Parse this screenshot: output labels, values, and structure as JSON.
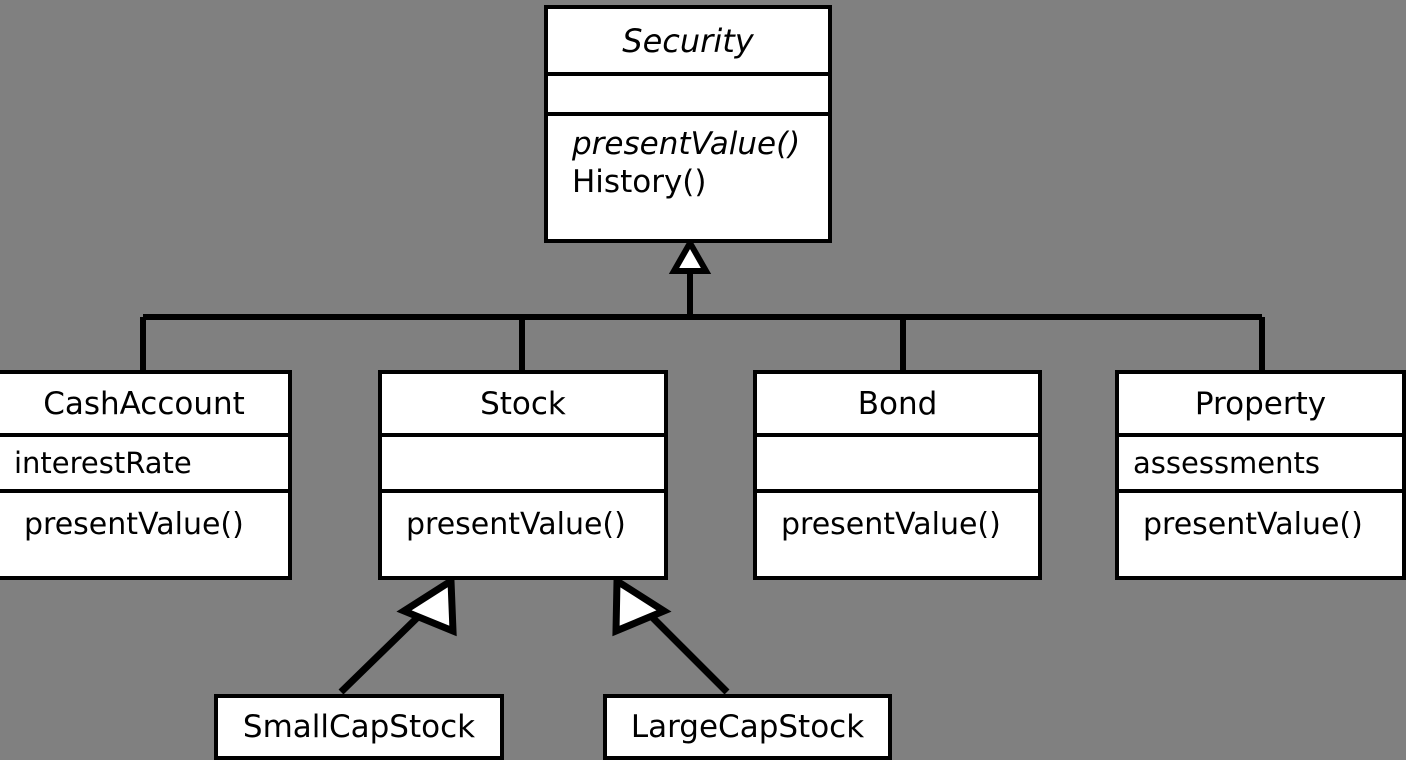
{
  "diagram": {
    "type": "uml-class-diagram",
    "background_color": "#808080",
    "line_color": "#000000",
    "box_fill": "#ffffff",
    "classes": [
      {
        "id": "security",
        "name": "Security",
        "abstract": true,
        "attributes": [],
        "operations": [
          {
            "label": "presentValue()",
            "abstract": true
          },
          {
            "label": "History()",
            "abstract": false
          }
        ]
      },
      {
        "id": "cashaccount",
        "name": "CashAccount",
        "abstract": false,
        "attributes": [
          "interestRate"
        ],
        "operations": [
          {
            "label": "presentValue()",
            "abstract": false
          }
        ]
      },
      {
        "id": "stock",
        "name": "Stock",
        "abstract": false,
        "attributes": [],
        "operations": [
          {
            "label": "presentValue()",
            "abstract": false
          }
        ]
      },
      {
        "id": "bond",
        "name": "Bond",
        "abstract": false,
        "attributes": [],
        "operations": [
          {
            "label": "presentValue()",
            "abstract": false
          }
        ]
      },
      {
        "id": "property",
        "name": "Property",
        "abstract": false,
        "attributes": [
          "assessments"
        ],
        "operations": [
          {
            "label": "presentValue()",
            "abstract": false
          }
        ]
      },
      {
        "id": "smallcapstock",
        "name": "SmallCapStock",
        "abstract": false,
        "attributes": [],
        "operations": []
      },
      {
        "id": "largecapstock",
        "name": "LargeCapStock",
        "abstract": false,
        "attributes": [],
        "operations": []
      }
    ],
    "generalizations": [
      {
        "from": "cashaccount",
        "to": "security",
        "style": "tree"
      },
      {
        "from": "stock",
        "to": "security",
        "style": "tree"
      },
      {
        "from": "bond",
        "to": "security",
        "style": "tree"
      },
      {
        "from": "property",
        "to": "security",
        "style": "tree"
      },
      {
        "from": "smallcapstock",
        "to": "stock",
        "style": "direct"
      },
      {
        "from": "largecapstock",
        "to": "stock",
        "style": "direct"
      }
    ]
  }
}
